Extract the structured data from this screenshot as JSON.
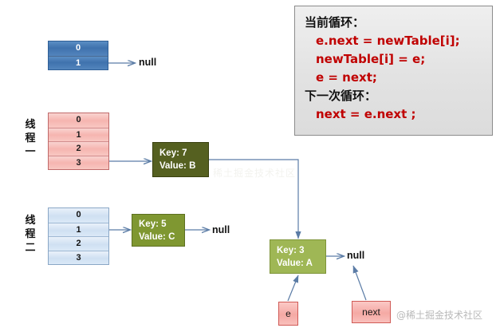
{
  "diagram": {
    "tables": [
      {
        "id": "table-top",
        "style": "dark-blue",
        "rows": [
          "0",
          "1"
        ],
        "label": ""
      },
      {
        "id": "table-thread-one",
        "style": "pink",
        "rows": [
          "0",
          "1",
          "2",
          "3"
        ],
        "label": "线程一",
        "label_chars": [
          "线",
          "程",
          "一"
        ]
      },
      {
        "id": "table-thread-two",
        "style": "light-blue",
        "rows": [
          "0",
          "1",
          "2",
          "3"
        ],
        "label": "线程二",
        "label_chars": [
          "线",
          "程",
          "二"
        ]
      }
    ],
    "nodes": [
      {
        "id": "node-key7",
        "key_line": "Key: 7",
        "value_line": "Value: B",
        "fill": "#556020"
      },
      {
        "id": "node-key5",
        "key_line": "Key: 5",
        "value_line": "Value: C",
        "fill": "#7f9731"
      },
      {
        "id": "node-key3",
        "key_line": "Key: 3",
        "value_line": "Value: A",
        "fill": "#9fb755"
      }
    ],
    "null_labels": [
      {
        "id": "null-top",
        "text": "null"
      },
      {
        "id": "null-key5",
        "text": "null"
      },
      {
        "id": "null-key3",
        "text": "null"
      }
    ],
    "chips": [
      {
        "id": "chip-e",
        "text": "e"
      },
      {
        "id": "chip-next",
        "text": "next"
      }
    ],
    "arrow_color": "#5b7ca6"
  },
  "codebox": {
    "heading_current": "当前循环：",
    "statements_current": [
      "e.next = newTable[i];",
      "newTable[i] = e;",
      "e = next;"
    ],
    "heading_next": "下一次循环：",
    "statements_next": [
      "next = e.next ;"
    ],
    "accent_color": "#c00000"
  },
  "watermark": {
    "main": "@稀土掘金技术社区",
    "faint": "稀土掘金技术社区"
  }
}
